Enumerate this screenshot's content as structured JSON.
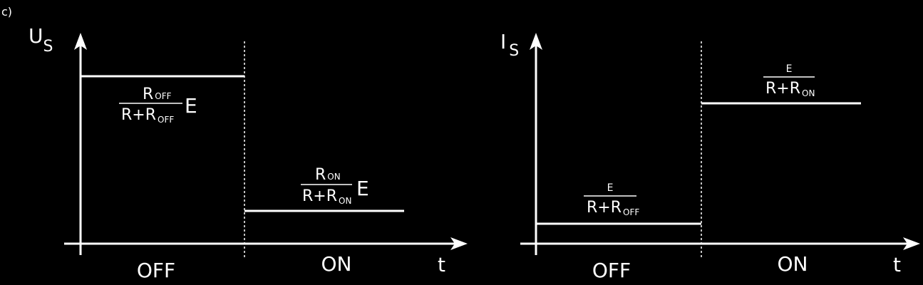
{
  "panel_label": "c)",
  "plots": [
    {
      "y_symbol": "U",
      "y_subscript": "S",
      "x_symbol": "t",
      "phases": [
        "OFF",
        "ON"
      ],
      "off_level": {
        "numerator": {
          "base": "R",
          "sub": "OFF"
        },
        "denominator": {
          "base": "R+R",
          "sub": "OFF"
        },
        "factor": "E"
      },
      "on_level": {
        "numerator": {
          "base": "R",
          "sub": "ON"
        },
        "denominator": {
          "base": "R+R",
          "sub": "ON"
        },
        "factor": "E"
      }
    },
    {
      "y_symbol": "I",
      "y_subscript": "S",
      "x_symbol": "t",
      "phases": [
        "OFF",
        "ON"
      ],
      "off_level": {
        "numerator": {
          "base": "E",
          "sub": ""
        },
        "denominator": {
          "base": "R+R",
          "sub": "OFF"
        },
        "factor": ""
      },
      "on_level": {
        "numerator": {
          "base": "E",
          "sub": ""
        },
        "denominator": {
          "base": "R+R",
          "sub": "ON"
        },
        "factor": ""
      }
    }
  ],
  "colors": {
    "background": "#000000",
    "foreground": "#ffffff"
  }
}
